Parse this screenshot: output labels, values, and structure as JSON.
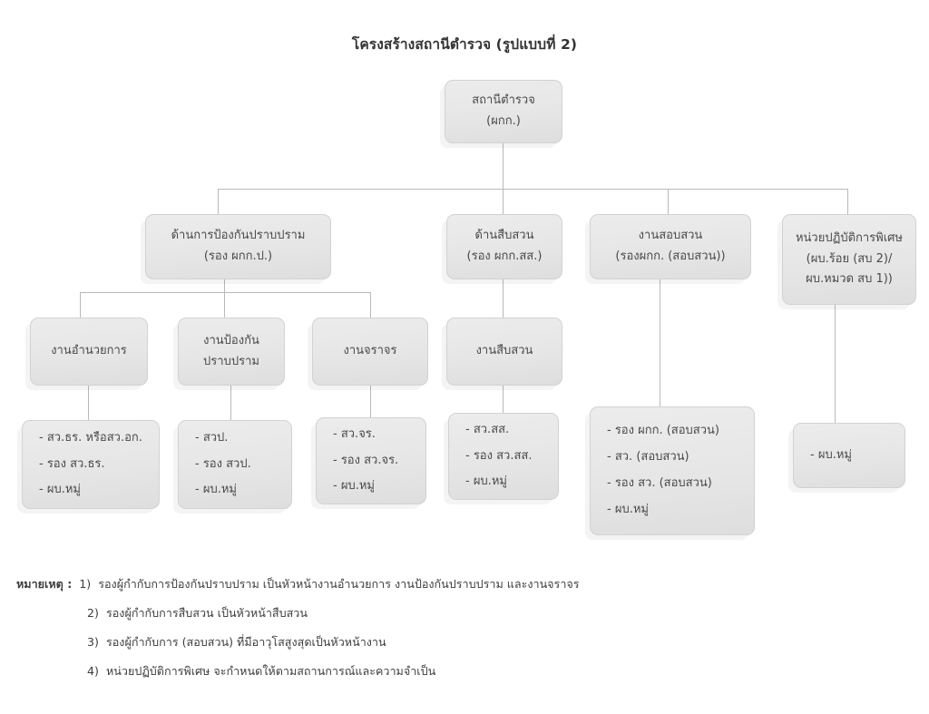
{
  "title": "โครงสร้างสถานีตำรวจ (รูปแบบที่ 2)",
  "colors": {
    "box_fill": "#e8e8e8",
    "box_border": "#d2d2d2",
    "connector": "#b9b9b9",
    "text": "#4a4a4a"
  },
  "nodes": {
    "root": {
      "line1": "สถานีตำรวจ",
      "line2": "(ผกก.)"
    },
    "prevention": {
      "line1": "ด้านการป้องกันปราบปราม",
      "line2": "(รอง ผกก.ป.)"
    },
    "inquiry_side": {
      "line1": "ด้านสืบสวน",
      "line2": "(รอง ผกก.สส.)"
    },
    "interrogation": {
      "line1": "งานสอบสวน",
      "line2": "(รองผกก. (สอบสวน))"
    },
    "special_unit": {
      "line1": "หน่วยปฏิบัติการพิเศษ",
      "line2": "(ผบ.ร้อย (สบ 2)/",
      "line3": "ผบ.หมวด สบ 1))"
    },
    "admin_work": {
      "line1": "งานอำนวยการ"
    },
    "prevention_work": {
      "line1": "งานป้องกัน",
      "line2": "ปราบปราม"
    },
    "traffic_work": {
      "line1": "งานจราจร"
    },
    "investigation_work": {
      "line1": "งานสืบสวน"
    }
  },
  "lists": {
    "admin_roles": [
      "- สว.ธร. หรือสว.อก.",
      "- รอง สว.ธร.",
      "- ผบ.หมู่"
    ],
    "prevention_roles": [
      "- สวป.",
      "- รอง สวป.",
      "- ผบ.หมู่"
    ],
    "traffic_roles": [
      "- สว.จร.",
      "- รอง สว.จร.",
      "- ผบ.หมู่"
    ],
    "investigation_roles": [
      "- สว.สส.",
      "- รอง สว.สส.",
      "- ผบ.หมู่"
    ],
    "interrogation_roles": [
      "- รอง ผกก. (สอบสวน)",
      "- สว. (สอบสวน)",
      "- รอง สว. (สอบสวน)",
      "- ผบ.หมู่"
    ],
    "special_roles": [
      "- ผบ.หมู่"
    ]
  },
  "notes": {
    "label": "หมายเหตุ :",
    "items": [
      {
        "num": "1)",
        "text": "รองผู้กำกับการป้องกันปราบปราม เป็นหัวหน้างานอำนวยการ งานป้องกันปราบปราม และงานจราจร"
      },
      {
        "num": "2)",
        "text": "รองผู้กำกับการสืบสวน เป็นหัวหน้าสืบสวน"
      },
      {
        "num": "3)",
        "text": "รองผู้กำกับการ (สอบสวน) ที่มีอาวุโสสูงสุดเป็นหัวหน้างาน"
      },
      {
        "num": "4)",
        "text": "หน่วยปฏิบัติการพิเศษ จะกำหนดให้ตามสถานการณ์และความจำเป็น"
      }
    ]
  }
}
